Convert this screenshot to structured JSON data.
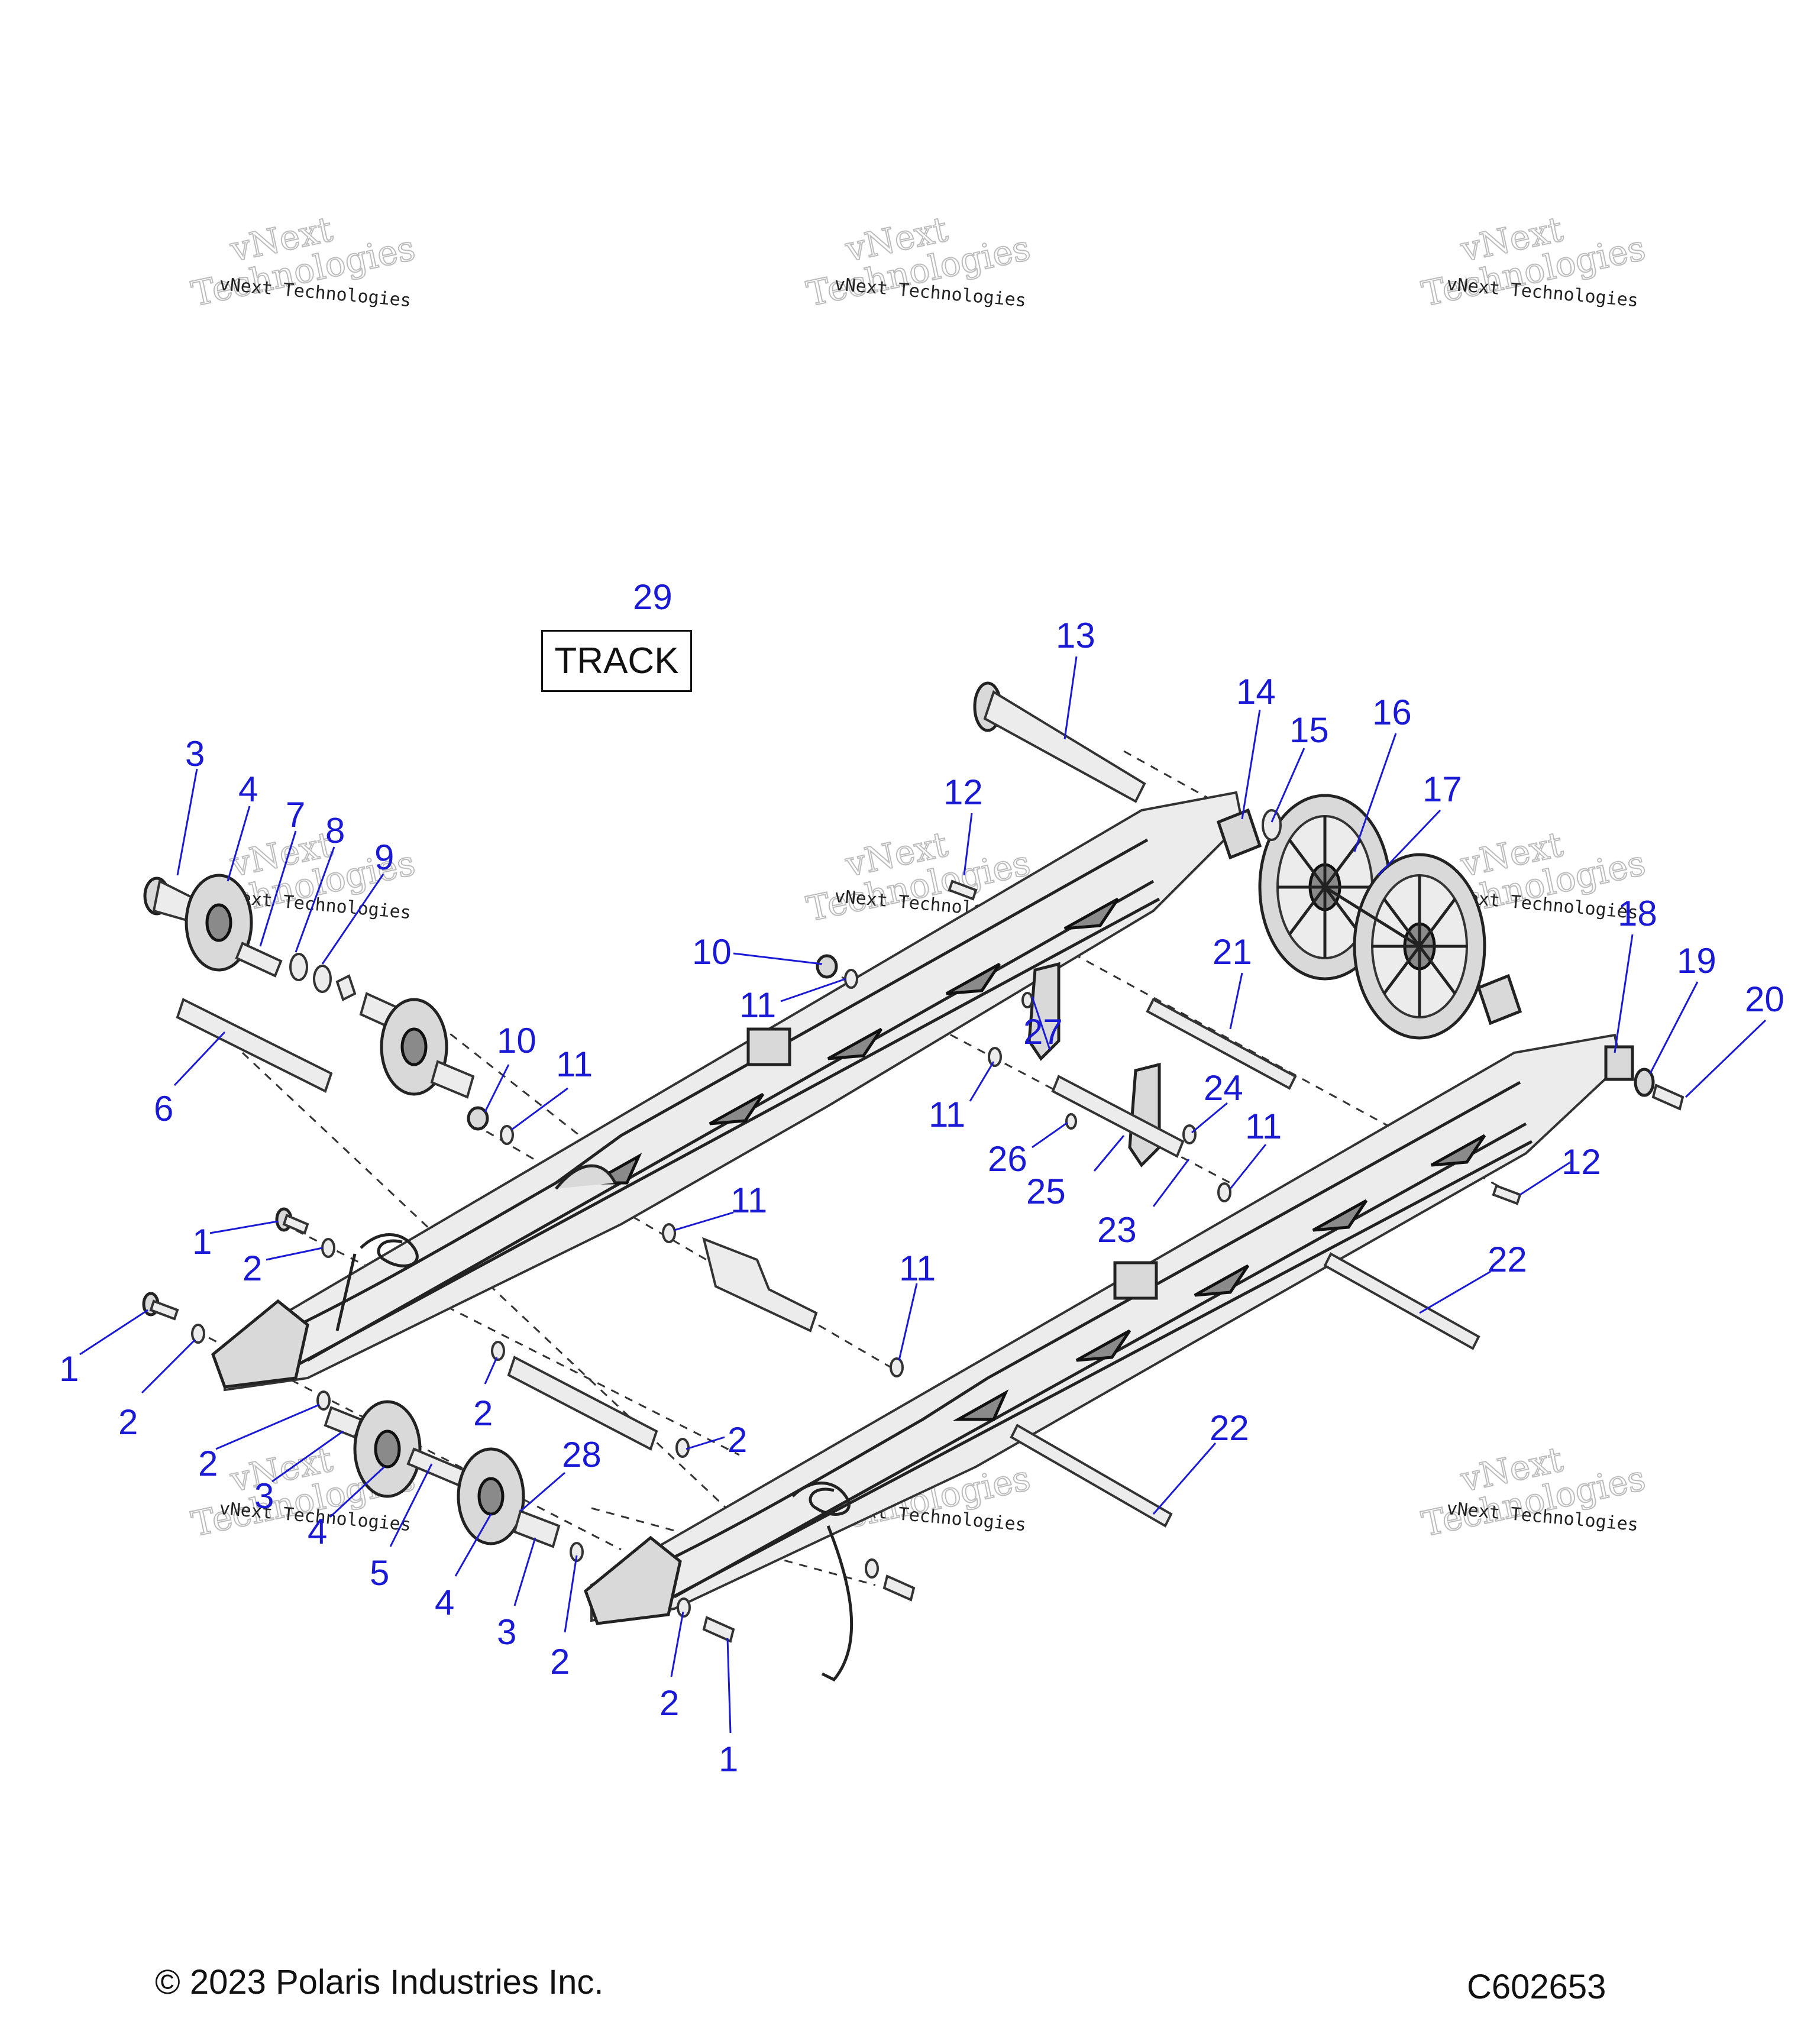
{
  "diagram": {
    "track_label": "TRACK",
    "track_number": "29",
    "callouts": [
      {
        "id": "c3a",
        "text": "3"
      },
      {
        "id": "c4a",
        "text": "4"
      },
      {
        "id": "c7",
        "text": "7"
      },
      {
        "id": "c8",
        "text": "8"
      },
      {
        "id": "c9",
        "text": "9"
      },
      {
        "id": "c6",
        "text": "6"
      },
      {
        "id": "c13",
        "text": "13"
      },
      {
        "id": "c14",
        "text": "14"
      },
      {
        "id": "c15",
        "text": "15"
      },
      {
        "id": "c16",
        "text": "16"
      },
      {
        "id": "c17",
        "text": "17"
      },
      {
        "id": "c12a",
        "text": "12"
      },
      {
        "id": "c10a",
        "text": "10"
      },
      {
        "id": "c11a",
        "text": "11"
      },
      {
        "id": "c21",
        "text": "21"
      },
      {
        "id": "c18",
        "text": "18"
      },
      {
        "id": "c19",
        "text": "19"
      },
      {
        "id": "c20",
        "text": "20"
      },
      {
        "id": "c27",
        "text": "27"
      },
      {
        "id": "c10b",
        "text": "10"
      },
      {
        "id": "c11b",
        "text": "11"
      },
      {
        "id": "c11c",
        "text": "11"
      },
      {
        "id": "c24",
        "text": "24"
      },
      {
        "id": "c26",
        "text": "26"
      },
      {
        "id": "c25",
        "text": "25"
      },
      {
        "id": "c23",
        "text": "23"
      },
      {
        "id": "c11d",
        "text": "11"
      },
      {
        "id": "c12b",
        "text": "12"
      },
      {
        "id": "c1a",
        "text": "1"
      },
      {
        "id": "c2a",
        "text": "2"
      },
      {
        "id": "c11e",
        "text": "11"
      },
      {
        "id": "c11f",
        "text": "11"
      },
      {
        "id": "c22a",
        "text": "22"
      },
      {
        "id": "c1b",
        "text": "1"
      },
      {
        "id": "c2b",
        "text": "2"
      },
      {
        "id": "c2c",
        "text": "2"
      },
      {
        "id": "c2d",
        "text": "2"
      },
      {
        "id": "c2e",
        "text": "2"
      },
      {
        "id": "c22b",
        "text": "22"
      },
      {
        "id": "c3b",
        "text": "3"
      },
      {
        "id": "c28",
        "text": "28"
      },
      {
        "id": "c4b",
        "text": "4"
      },
      {
        "id": "c5",
        "text": "5"
      },
      {
        "id": "c4c",
        "text": "4"
      },
      {
        "id": "c3c",
        "text": "3"
      },
      {
        "id": "c2f",
        "text": "2"
      },
      {
        "id": "c2g",
        "text": "2"
      },
      {
        "id": "c1c",
        "text": "1"
      }
    ]
  },
  "watermark": {
    "small": "vNext Technologies",
    "large_line1": "vNext",
    "large_line2": "Technologies"
  },
  "footer": {
    "copyright": "© 2023 Polaris Industries Inc.",
    "figure_id": "C602653"
  },
  "colors": {
    "callout": "#1a1ad6",
    "line_art": "#222222",
    "background": "#ffffff"
  }
}
